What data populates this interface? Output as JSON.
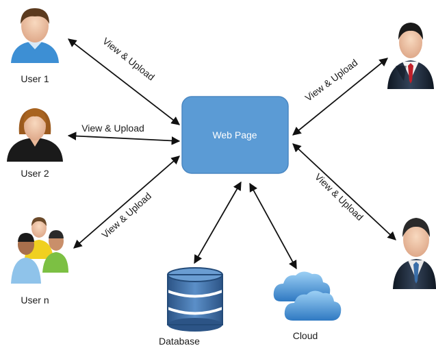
{
  "center": {
    "label": "Web Page",
    "fill": "#5b9bd5",
    "stroke": "#4a87c2"
  },
  "nodes": {
    "user1": {
      "label": "User 1"
    },
    "user2": {
      "label": "User 2"
    },
    "usern": {
      "label": "User n"
    },
    "database": {
      "label": "Database"
    },
    "cloud": {
      "label": "Cloud"
    }
  },
  "edges": {
    "user1": "View & Upload",
    "user2": "View & Upload",
    "usern": "View & Upload",
    "admin1": "View & Upload",
    "admin2": "View & Upload"
  },
  "colors": {
    "arrow": "#111111",
    "db": "#3f6fa6",
    "cloud": "#4a90d0",
    "suit": "#1f2a38",
    "tie": "#c0202a"
  },
  "icons": [
    "user-male-icon",
    "user-female-icon",
    "user-group-icon",
    "businessman-icon",
    "database-icon",
    "cloud-icon"
  ]
}
